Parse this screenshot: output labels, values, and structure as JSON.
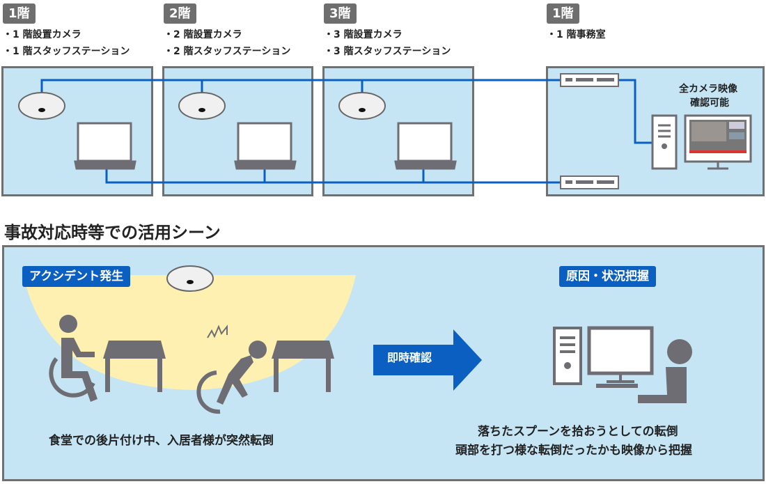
{
  "floors": [
    {
      "badge": "1階",
      "lines": [
        "・1 階設置カメラ",
        "・1 階スタッフステーション"
      ]
    },
    {
      "badge": "2階",
      "lines": [
        "・2 階設置カメラ",
        "・2 階スタッフステーション"
      ]
    },
    {
      "badge": "3階",
      "lines": [
        "・3 階設置カメラ",
        "・3 階スタッフステーション"
      ]
    },
    {
      "badge": "1階",
      "lines": [
        "・1 階事務室"
      ]
    }
  ],
  "office": {
    "monitor_caption": [
      "全カメラ映像",
      "確認可能"
    ]
  },
  "scene": {
    "title": "事故対応時等での活用シーン",
    "left_tag": "アクシデント発生",
    "arrow_label": "即時確認",
    "right_tag": "原因・状況把握",
    "left_caption": "食堂での後片付け中、入居者様が突然転倒",
    "right_caption": [
      "落ちたスプーンを拾おうとしての転倒",
      "頭部を打つ様な転倒だったかも映像から把握"
    ]
  },
  "colors": {
    "line": "#0a5fc0",
    "panel": "#c5e5f5",
    "icon": "#6d6d73",
    "spot": "#fdf0b0"
  }
}
